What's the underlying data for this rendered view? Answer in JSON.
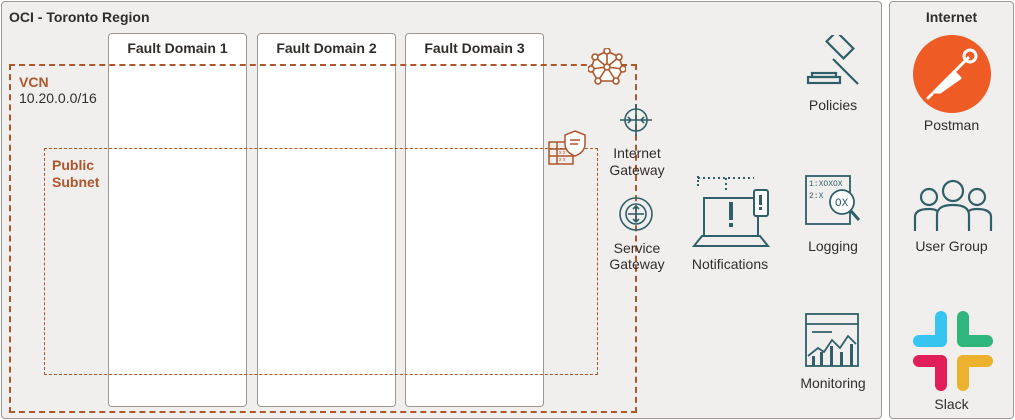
{
  "region": {
    "title": "OCI - Toronto Region"
  },
  "internet": {
    "title": "Internet"
  },
  "fault_domains": [
    "Fault Domain 1",
    "Fault Domain 2",
    "Fault Domain 3"
  ],
  "vcn": {
    "label": "VCN",
    "cidr": "10.20.0.0/16"
  },
  "subnet": {
    "label_line1": "Public",
    "label_line2": "Subnet"
  },
  "gateways": {
    "internet": {
      "line1": "Internet",
      "line2": "Gateway"
    },
    "service": {
      "line1": "Service",
      "line2": "Gateway"
    }
  },
  "services": {
    "notifications": "Notifications",
    "policies": "Policies",
    "logging": "Logging",
    "monitoring": "Monitoring"
  },
  "internet_items": {
    "postman": "Postman",
    "user_group": "User Group",
    "slack": "Slack"
  },
  "icons": [
    "router-icon",
    "security-list-icon",
    "internet-gateway-icon",
    "service-gateway-icon",
    "notifications-icon",
    "policies-icon",
    "logging-icon",
    "monitoring-icon",
    "postman-icon",
    "user-group-icon",
    "slack-icon"
  ],
  "colors": {
    "accent": "#ae562c",
    "icon": "#2f5f68",
    "postman": "#ef5b25",
    "panel": "#f1efed",
    "border": "#9e9892"
  }
}
